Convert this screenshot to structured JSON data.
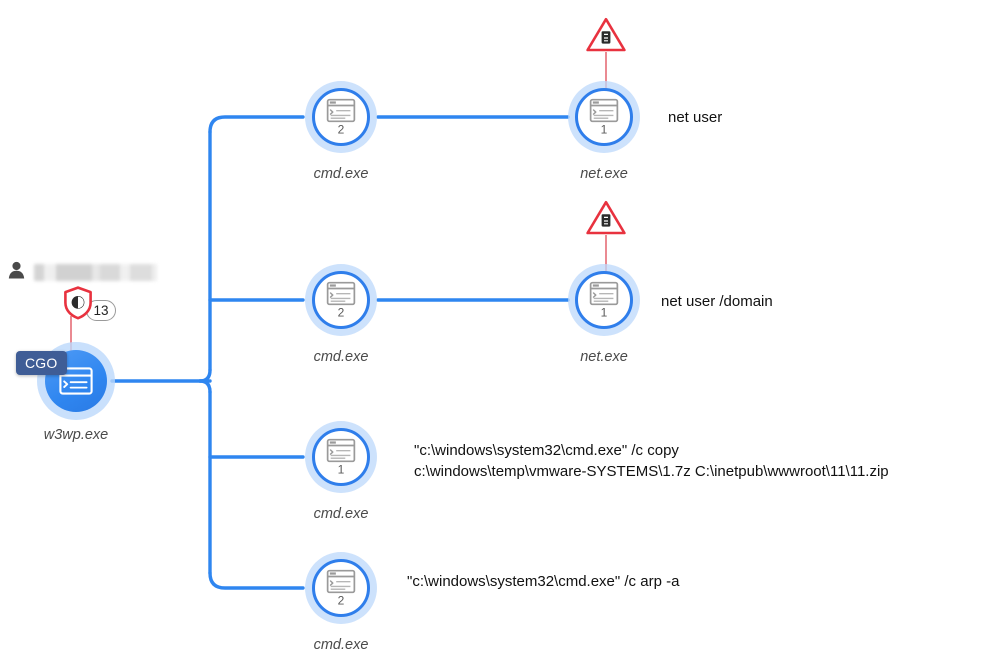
{
  "diagram": {
    "type": "process-tree",
    "title_present": false,
    "colors": {
      "edge": "#2f86f0",
      "node_ring": "#2f7eeb",
      "node_halo": "#bcd8fb",
      "root_fill": "#2f86f0",
      "alert_red": "#e8323f",
      "alert_stem": "#ea8a92",
      "tag_bg": "#3f5d96",
      "label_text": "#4a4a4a",
      "command_text": "#111111"
    }
  },
  "user": {
    "icon": "person-icon",
    "name_redacted": true,
    "name": ""
  },
  "shield_badge": {
    "icon": "shield-alert-icon",
    "count": "13"
  },
  "root": {
    "tag": "CGO",
    "label": "w3wp.exe",
    "icon": "terminal-window-icon",
    "count": ""
  },
  "branches": [
    {
      "id": "branch-1",
      "node": {
        "label": "cmd.exe",
        "count": "2",
        "icon": "terminal-window-icon"
      },
      "child": {
        "label": "net.exe",
        "count": "1",
        "icon": "terminal-window-icon",
        "alert": {
          "icon": "behavior-alert-triangle-icon",
          "glyph": "B"
        }
      },
      "command": "net user"
    },
    {
      "id": "branch-2",
      "node": {
        "label": "cmd.exe",
        "count": "2",
        "icon": "terminal-window-icon"
      },
      "child": {
        "label": "net.exe",
        "count": "1",
        "icon": "terminal-window-icon",
        "alert": {
          "icon": "behavior-alert-triangle-icon",
          "glyph": "B"
        }
      },
      "command": "net user /domain"
    },
    {
      "id": "branch-3",
      "node": {
        "label": "cmd.exe",
        "count": "1",
        "icon": "terminal-window-icon"
      },
      "child": null,
      "command": "\"c:\\windows\\system32\\cmd.exe\" /c copy\nc:\\windows\\temp\\vmware-SYSTEMS\\1.7z C:\\inetpub\\wwwroot\\11\\11.zip"
    },
    {
      "id": "branch-4",
      "node": {
        "label": "cmd.exe",
        "count": "2",
        "icon": "terminal-window-icon"
      },
      "child": null,
      "command": "\"c:\\windows\\system32\\cmd.exe\" /c arp -a"
    }
  ]
}
